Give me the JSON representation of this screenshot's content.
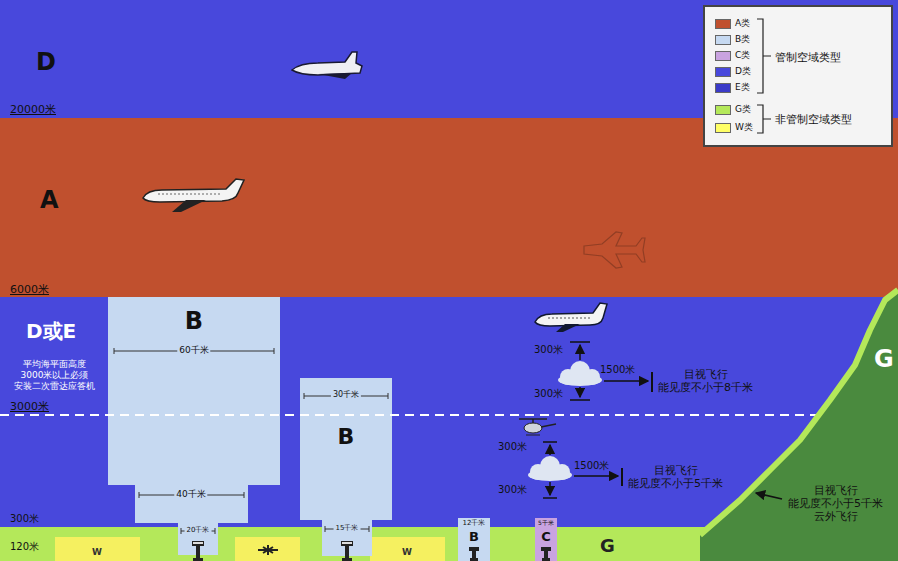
{
  "diagram": {
    "nodes": [
      {
        "text": [
          "D"
        ]
      },
      {
        "text": [
          "A"
        ]
      },
      {
        "text": [
          "G"
        ]
      },
      {
        "text": [
          "W"
        ],
        "in": 2
      },
      {
        "text": [
          "W"
        ],
        "in": 2
      },
      {
        "text": [
          "D或E",
          "平均海平面高度 3000米以上必须 安装二次雷达应答机"
        ]
      },
      {
        "text": [
          "B",
          "60千米",
          "40千米",
          "20千米"
        ],
        "in": 5
      },
      {
        "text": [
          "30千米",
          "B",
          "15千米"
        ],
        "in": 5
      },
      {
        "text": [
          "12千米",
          "B"
        ]
      },
      {
        "text": [
          "5千米",
          "C"
        ]
      },
      {
        "text": [
          "G"
        ]
      }
    ],
    "labels": [
      "20000米",
      "6000米",
      "3000米",
      "300米",
      "120米",
      "300米",
      "300米",
      "1500米",
      "目视飞行 能见度不小于8千米",
      "300米",
      "300米",
      "1500米",
      "目视飞行 能见度不小于5千米",
      "目视飞行 能见度不小于5千米 云外飞行",
      "管制空域类型",
      "非管制空域类型"
    ],
    "legend": [
      {
        "text": "A类",
        "color": "#c0502e"
      },
      {
        "text": "B类",
        "color": "#c6d9f1"
      },
      {
        "text": "C类",
        "color": "#c9a3e0"
      },
      {
        "text": "D类",
        "color": "#4848dc"
      },
      {
        "text": "E类",
        "color": "#3a3ac8"
      },
      {
        "text": "G类",
        "color": "#b4e85a"
      },
      {
        "text": "W类",
        "color": "#ffff66"
      }
    ]
  }
}
